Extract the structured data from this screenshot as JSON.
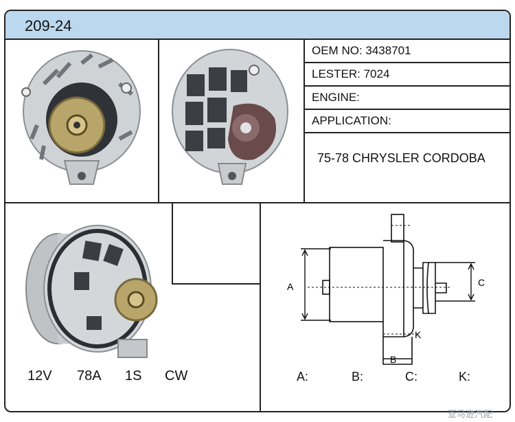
{
  "header": {
    "title": "209-24"
  },
  "info": {
    "oem": "OEM NO: 3438701",
    "lester": "LESTER: 7024",
    "engine": "ENGINE:",
    "application": "APPLICATION:",
    "application_value": "75-78 CHRYSLER CORDOBA"
  },
  "specs": {
    "voltage": "12V",
    "amperage": "78A",
    "pulley": "1S",
    "rotation": "CW"
  },
  "dimensions": {
    "labels": {
      "a": "A:",
      "b": "B:",
      "c": "C:",
      "k": "K:"
    },
    "diagram": {
      "a": "A",
      "b": "B",
      "c": "C",
      "k": "K"
    }
  },
  "watermark": "亚马逊汽配",
  "colors": {
    "header": "#bcd8ee",
    "border": "#222222",
    "metal": "#cfd3d6",
    "pulley": "#b8a56a"
  }
}
